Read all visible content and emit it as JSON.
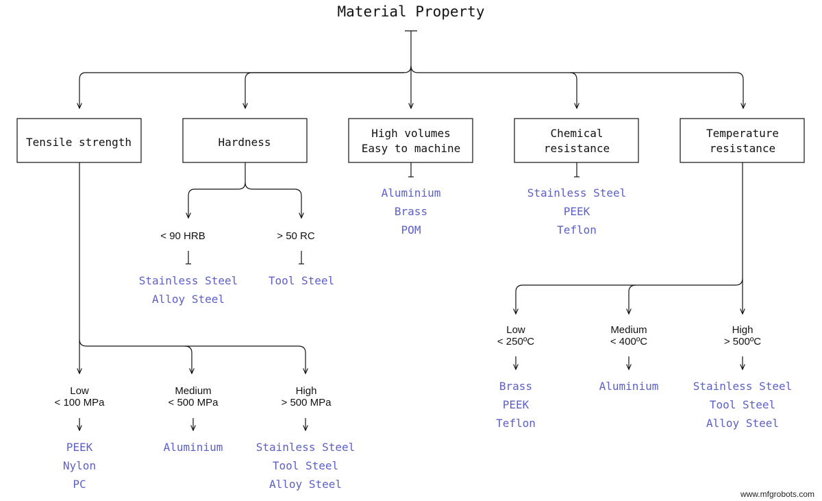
{
  "title": "Material Property",
  "colors": {
    "text": "#111111",
    "material": "#5b5fc7",
    "line": "#111111"
  },
  "properties": [
    {
      "label": [
        "Tensile strength"
      ]
    },
    {
      "label": [
        "Hardness"
      ]
    },
    {
      "label": [
        "High volumes",
        "Easy to machine"
      ]
    },
    {
      "label": [
        "Chemical",
        "resistance"
      ]
    },
    {
      "label": [
        "Temperature",
        "resistance"
      ]
    }
  ],
  "tensile": {
    "levels": [
      {
        "label": [
          "Low",
          "< 100 MPa"
        ],
        "materials": [
          "PEEK",
          "Nylon",
          "PC"
        ]
      },
      {
        "label": [
          "Medium",
          "< 500 MPa"
        ],
        "materials": [
          "Aluminium"
        ]
      },
      {
        "label": [
          "High",
          "> 500 MPa"
        ],
        "materials": [
          "Stainless Steel",
          "Tool Steel",
          "Alloy Steel"
        ]
      }
    ]
  },
  "hardness": {
    "levels": [
      {
        "label": [
          "< 90 HRB"
        ],
        "materials": [
          "Stainless Steel",
          "Alloy Steel"
        ]
      },
      {
        "label": [
          "> 50 RC"
        ],
        "materials": [
          "Tool Steel"
        ]
      }
    ]
  },
  "machining": {
    "materials": [
      "Aluminium",
      "Brass",
      "POM"
    ]
  },
  "chemical": {
    "materials": [
      "Stainless Steel",
      "PEEK",
      "Teflon"
    ]
  },
  "temperature": {
    "levels": [
      {
        "label": [
          "Low",
          "< 250ºC"
        ],
        "materials": [
          "Brass",
          "PEEK",
          "Teflon"
        ]
      },
      {
        "label": [
          "Medium",
          "< 400ºC"
        ],
        "materials": [
          "Aluminium"
        ]
      },
      {
        "label": [
          "High",
          "> 500ºC"
        ],
        "materials": [
          "Stainless Steel",
          "Tool Steel",
          "Alloy Steel"
        ]
      }
    ]
  },
  "watermark": "www.mfgrobots.com"
}
